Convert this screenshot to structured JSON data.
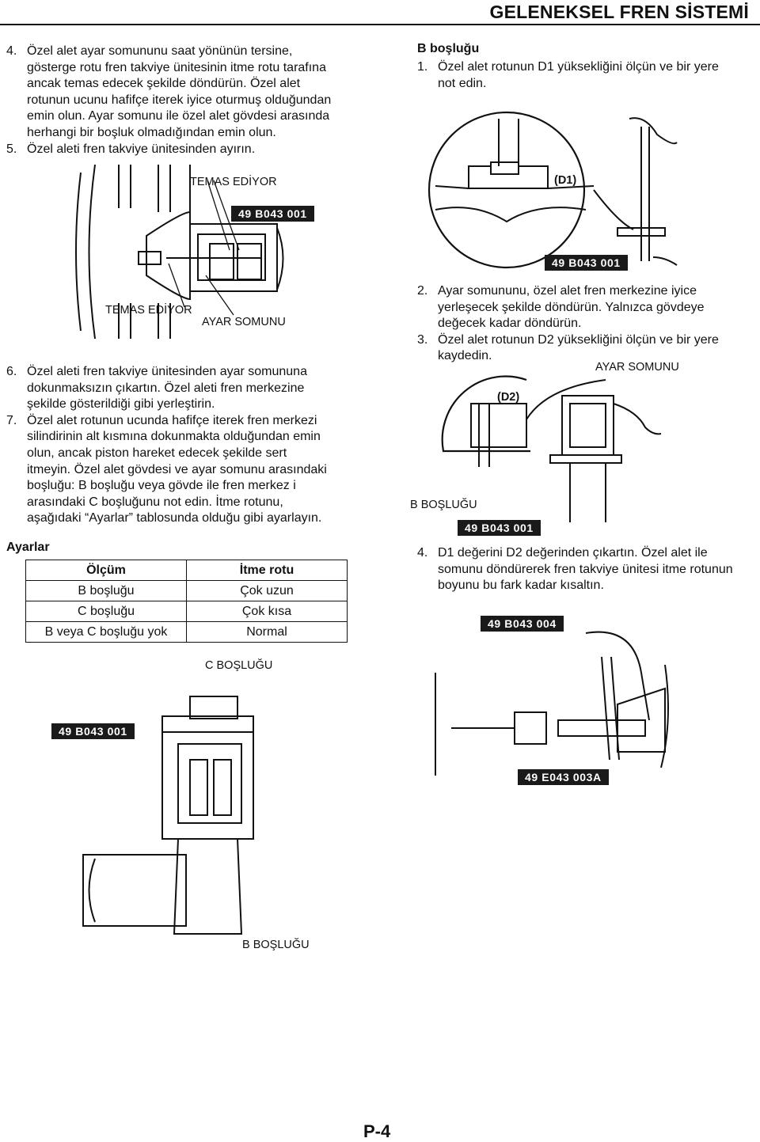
{
  "header": {
    "title": "GELENEKSEL FREN SİSTEMİ"
  },
  "left_column": {
    "steps_top": [
      {
        "num": "4.",
        "lines": [
          "Özel alet ayar somununu saat yönünün tersine,",
          "gösterge rotu fren takviye ünitesinin itme rotu tarafına",
          "ancak temas edecek şekilde döndürün. Özel alet",
          "rotunun ucunu hafifçe iterek iyice oturmuş olduğundan",
          "emin olun. Ayar somunu ile özel alet gövdesi arasında",
          "herhangi bir boşluk olmadığından emin olun."
        ]
      },
      {
        "num": "5.",
        "lines": [
          "Özel aleti fren takviye ünitesinden ayırın."
        ]
      }
    ],
    "fig1": {
      "label_top": "TEMAS EDİYOR",
      "code": "49 B043 001",
      "label_bottom_left": "TEMAS EDİYOR",
      "label_bottom_right": "AYAR SOMUNU"
    },
    "steps_mid": [
      {
        "num": "6.",
        "lines": [
          "Özel aleti fren takviye ünitesinden ayar somununa",
          "dokunmaksızın çıkartın. Özel aleti fren merkezine",
          "şekilde gösterildiği gibi yerleştirin."
        ]
      },
      {
        "num": "7.",
        "lines": [
          "Özel alet rotunun ucunda hafifçe iterek fren merkezi",
          "silindirinin alt kısmına dokunmakta olduğundan emin",
          "olun, ancak piston hareket edecek şekilde sert",
          "itmeyin. Özel alet gövdesi ve ayar somunu arasındaki",
          "boşluğu: B boşluğu veya gövde ile fren merkez i",
          "arasındaki C boşluğunu not edin. İtme rotunu,",
          "aşağıdaki “Ayarlar” tablosunda olduğu gibi ayarlayın."
        ]
      }
    ],
    "adjust_title": "Ayarlar",
    "adjust_table": {
      "headers": [
        "Ölçüm",
        "İtme rotu"
      ],
      "rows": [
        [
          "B boşluğu",
          "Çok uzun"
        ],
        [
          "C boşluğu",
          "Çok kısa"
        ],
        [
          "B veya C boşluğu yok",
          "Normal"
        ]
      ]
    }
  },
  "right_column": {
    "section_title": "B boşluğu",
    "step1": {
      "num": "1.",
      "lines": [
        "Özel alet rotunun D1 yüksekliğini ölçün ve bir yere",
        "not edin."
      ]
    },
    "fig2": {
      "dim_label": "(D1)",
      "code": "49 B043 001"
    },
    "steps_23": [
      {
        "num": "2.",
        "lines": [
          "Ayar somununu, özel alet fren merkezine iyice",
          "yerleşecek şekilde döndürün. Yalnızca gövdeye",
          "değecek kadar döndürün."
        ]
      },
      {
        "num": "3.",
        "lines": [
          "Özel alet rotunun D2 yüksekliğini ölçün ve bir yere",
          "kaydedin."
        ]
      }
    ],
    "fig3": {
      "label_nut": "AYAR SOMUNU",
      "dim_label": "(D2)",
      "label_gap": "B BOŞLUĞU",
      "code": "49 B043 001"
    },
    "step4": {
      "num": "4.",
      "lines": [
        "D1 değerini D2 değerinden çıkartın. Özel alet ile",
        "somunu döndürerek fren takviye ünitesi itme rotunun",
        "boyunu bu fark kadar kısaltın."
      ]
    },
    "fig4": {
      "code_top": "49 B043 004",
      "code_bottom": "49 E043 003A"
    }
  },
  "fig5": {
    "label_c_gap": "C BOŞLUĞU",
    "code": "49 B043 001",
    "label_b_gap": "B BOŞLUĞU"
  },
  "footer": {
    "page": "P-4"
  }
}
